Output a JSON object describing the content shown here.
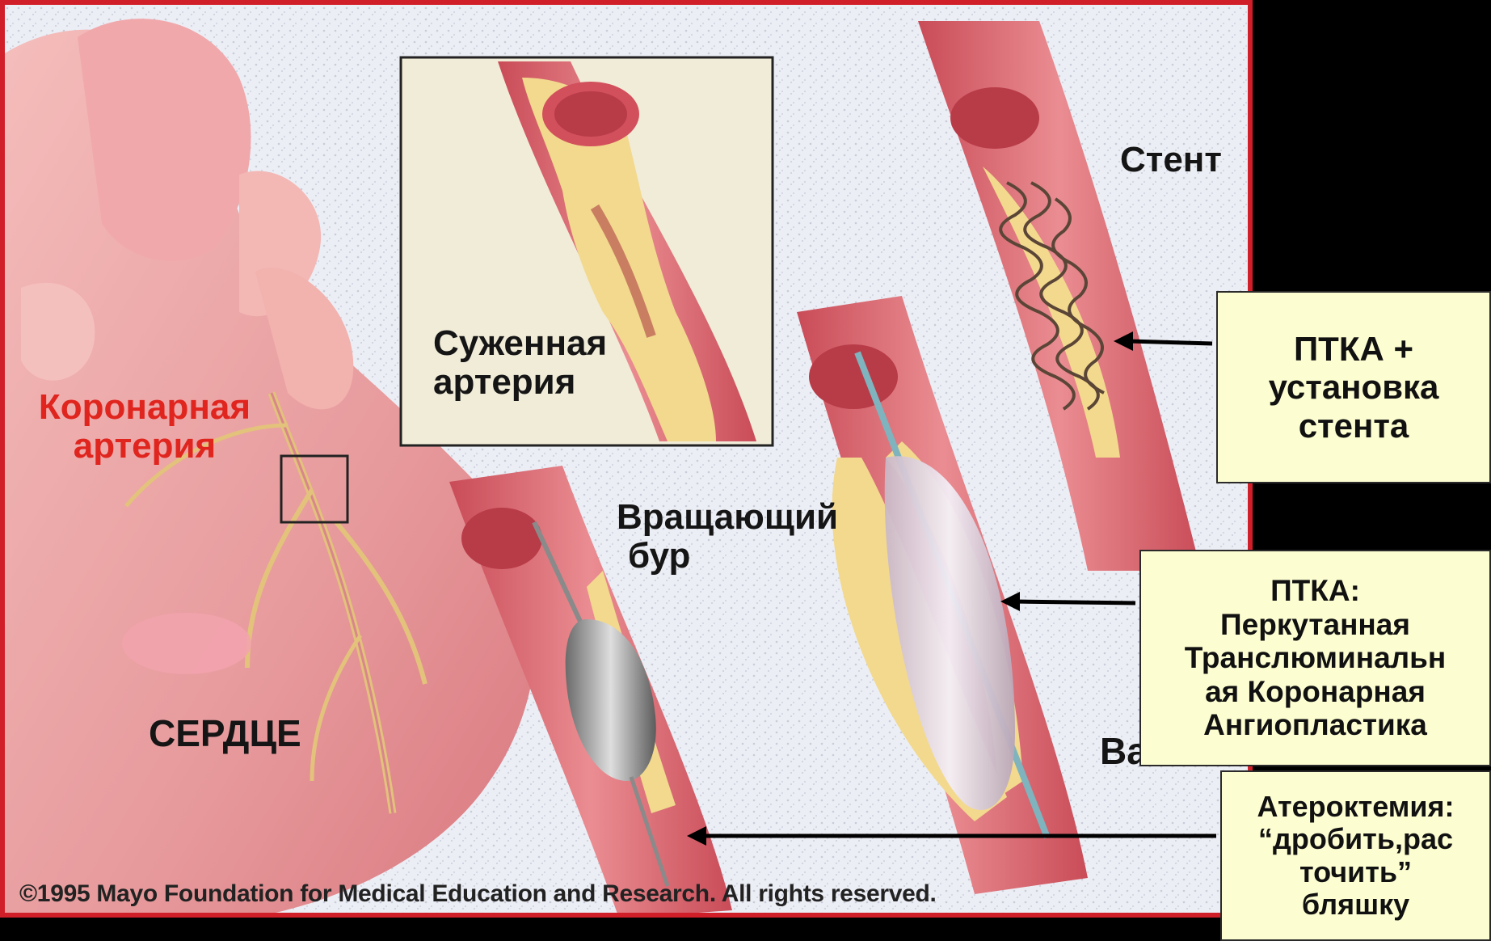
{
  "labels": {
    "narrowed_artery": [
      "Суженная",
      "артерия"
    ],
    "stent": "Стент",
    "rotating_burr": [
      "Вращающий",
      "бур"
    ],
    "coronary_artery": [
      "Коронарная",
      "артерия"
    ],
    "heart": "СЕРДЦЕ",
    "balloon_partial": "Ba"
  },
  "callouts": {
    "stent_placement": [
      "ПТКА +",
      "установка",
      "стента"
    ],
    "ptca": [
      "ПТКА:",
      "Перкутанная",
      "Транслюминальн",
      "ая Коронарная",
      "Ангиопластика"
    ],
    "atherectomy": [
      "Атероктемия:",
      "“дробить,рас",
      "точить”",
      "бляшку"
    ]
  },
  "copyright": "©1995 Mayo Foundation for Medical Education and Research. All rights reserved.",
  "colors": {
    "frame": "#d11f2a",
    "callout_bg": "#fdfdd2",
    "label_red": "#e0241e",
    "heart": "#e9a3a4",
    "vessel": "#d9646e",
    "plaque": "#f1dc8e"
  }
}
